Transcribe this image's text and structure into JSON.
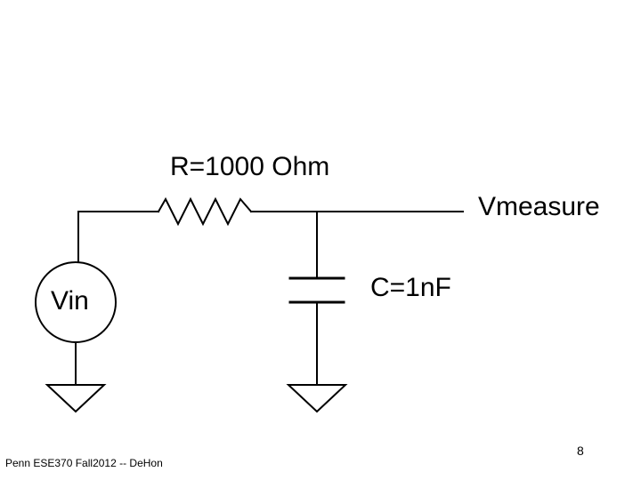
{
  "diagram": {
    "resistor_label": "R=1000 Ohm",
    "output_label": "Vmeasure",
    "capacitor_label": "C=1nF",
    "source_label": "Vin"
  },
  "footer": {
    "text": "Penn ESE370 Fall2012 -- DeHon",
    "page_number": "8"
  }
}
